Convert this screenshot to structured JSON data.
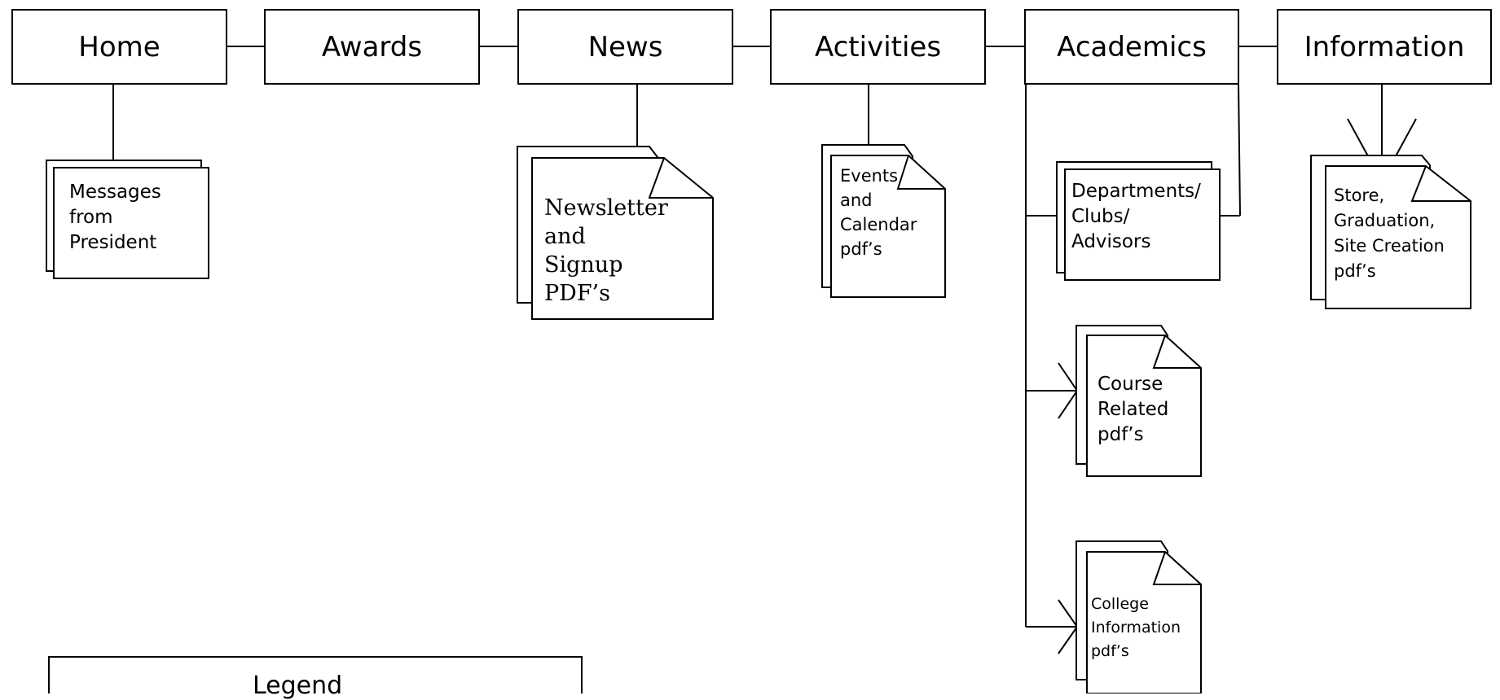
{
  "nav": {
    "home": "Home",
    "awards": "Awards",
    "news": "News",
    "activities": "Activities",
    "academics": "Academics",
    "information": "Information"
  },
  "docs": {
    "messages": "Messages\nfrom\nPresident",
    "newsletter": "Newsletter\nand\nSignup\nPDF’s",
    "events": "Events\nand\nCalendar\npdf’s",
    "departments": "Departments/\nClubs/\n Advisors",
    "store": "Store,\nGraduation,\nSite Creation\npdf’s",
    "course": "Course\nRelated\npdf’s",
    "college": "College\nInformation\npdf’s"
  },
  "legend": {
    "title": "Legend"
  }
}
